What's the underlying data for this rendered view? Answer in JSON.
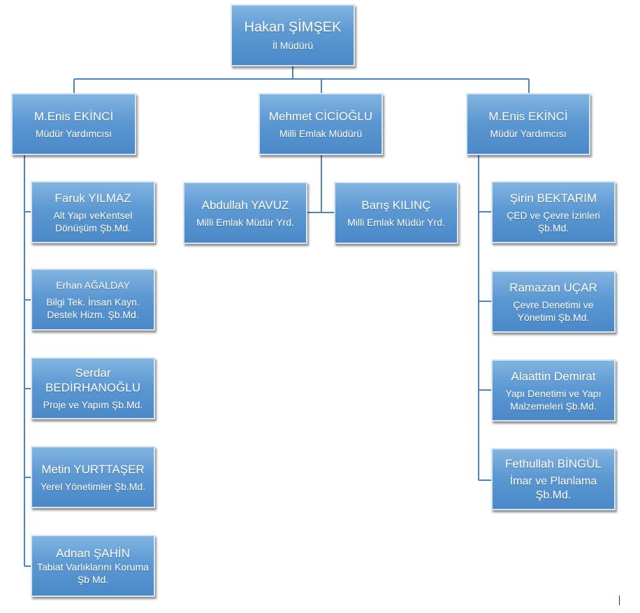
{
  "root": {
    "name": "Hakan ŞİMŞEK",
    "title": "İl Müdürü"
  },
  "level1": [
    {
      "name": "M.Enis EKİNCİ",
      "title": "Müdür Yardımcısı"
    },
    {
      "name": "Mehmet CİCİOĞLU",
      "title": "Milli Emlak Müdürü"
    },
    {
      "name": "M.Enis EKİNCİ",
      "title": "Müdür Yardımcısı"
    }
  ],
  "left_column": [
    {
      "name": "Faruk YILMAZ",
      "title": "Alt Yapı veKentsel Dönüşüm Şb.Md."
    },
    {
      "name": "Erhan AĞALDAY",
      "title": "Bilgi Tek. İnsan Kayn. Destek Hizm. Şb.Md."
    },
    {
      "name": "Serdar BEDİRHANOĞLU",
      "title": "Proje ve Yapım Şb.Md."
    },
    {
      "name": "Metin YURTTAŞER",
      "title": "Yerel Yönetimler Şb.Md."
    },
    {
      "name": "Adnan ŞAHİN",
      "title": "Tabiat Varlıklarını Koruma Şb Md."
    }
  ],
  "middle_column": [
    {
      "name": "Abdullah YAVUZ",
      "title": "Milli Emlak Müdür Yrd."
    },
    {
      "name": "Barış KILINÇ",
      "title": "Milli Emlak Müdür Yrd."
    }
  ],
  "right_column": [
    {
      "name": "Şirin BEKTARIM",
      "title": "ÇED ve Çevre İzinleri Şb.Md."
    },
    {
      "name": "Ramazan UÇAR",
      "title": "Çevre Denetimi ve Yönetimi Şb.Md."
    },
    {
      "name": "Alaattin Demirat",
      "title": "Yapı Denetimi ve Yapı Malzemeleri Şb.Md."
    },
    {
      "name": "Fethullah BİNGÜL",
      "title": "İmar ve Planlama Şb.Md."
    }
  ]
}
